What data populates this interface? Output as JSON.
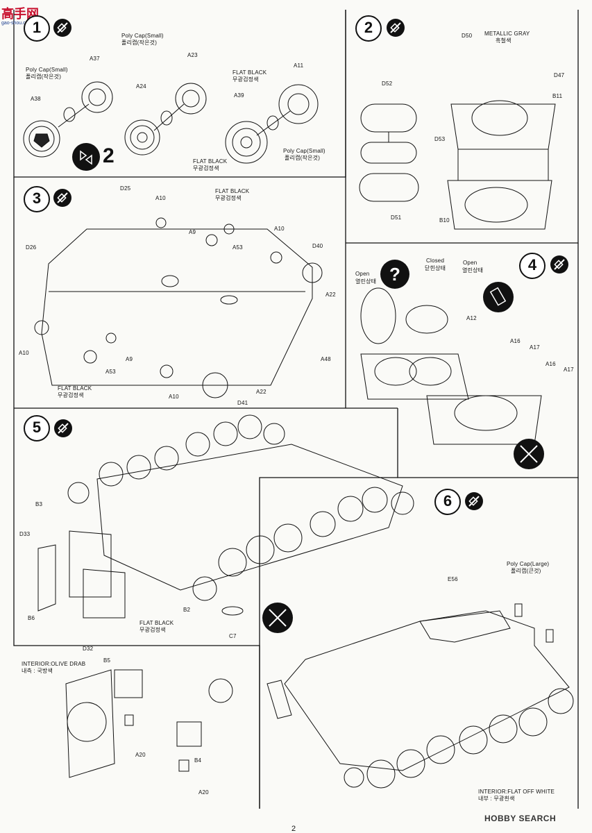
{
  "watermark_left": {
    "title": "高手网",
    "url": "gao-shou.com"
  },
  "watermark_right": "HOBBY SEARCH",
  "page_number": "2",
  "steps": [
    {
      "num": "1"
    },
    {
      "num": "2"
    },
    {
      "num": "3"
    },
    {
      "num": "4"
    },
    {
      "num": "5"
    },
    {
      "num": "6"
    }
  ],
  "step1": {
    "repeat_count": "2",
    "labels": {
      "poly_small_1_en": "Poly Cap(Small)",
      "poly_small_1_ko": "폴리캡(작은것)",
      "poly_small_2_en": "Poly Cap(Small)",
      "poly_small_2_ko": "폴리캡(작은것)",
      "poly_small_3_en": "Poly Cap(Small)",
      "poly_small_3_ko": "폴리캡(작은것)",
      "flat_black_1_en": "FLAT BLACK",
      "flat_black_1_ko": "무광검정색",
      "flat_black_2_en": "FLAT BLACK",
      "flat_black_2_ko": "무광검정색",
      "a37": "A37",
      "a38": "A38",
      "a24": "A24",
      "a23": "A23",
      "a39": "A39",
      "a11": "A11"
    }
  },
  "step2": {
    "labels": {
      "metallic_en": "METALLIC GRAY",
      "metallic_ko": "흑철색",
      "d50": "D50",
      "d52": "D52",
      "d47": "D47",
      "b11": "B11",
      "d53": "D53",
      "d51": "D51",
      "b10": "B10"
    }
  },
  "step3": {
    "labels": {
      "d25": "D25",
      "a10_top": "A10",
      "flat_black_top_en": "FLAT BLACK",
      "flat_black_top_ko": "무광검정색",
      "a9_top": "A9",
      "a53_top": "A53",
      "a10_right": "A10",
      "d26": "D26",
      "d40": "D40",
      "a22_top": "A22",
      "a48": "A48",
      "a10_left": "A10",
      "a9_bot": "A9",
      "a53_bot": "A53",
      "flat_black_bot_en": "FLAT BLACK",
      "flat_black_bot_ko": "무광검정색",
      "a10_bot": "A10",
      "a22_bot": "A22",
      "d41": "D41"
    }
  },
  "step4": {
    "labels": {
      "open_1_en": "Open",
      "open_1_ko": "열린상태",
      "closed_en": "Closed",
      "closed_ko": "닫힌상태",
      "open_2_en": "Open",
      "open_2_ko": "열린상태",
      "a12": "A12",
      "a16_1": "A16",
      "a17_1": "A17",
      "a16_2": "A16",
      "a17_2": "A17"
    }
  },
  "step5": {
    "labels": {
      "b3": "B3",
      "d33": "D33",
      "b6": "B6",
      "d32": "D32",
      "flat_black_en": "FLAT BLACK",
      "flat_black_ko": "무광검정색",
      "b2": "B2",
      "c7": "C7",
      "interior_olive_en": "INTERIOR:OLIVE DRAB",
      "interior_olive_ko": "내측 : 국방색",
      "b5": "B5",
      "a20_1": "A20",
      "b4": "B4",
      "a20_2": "A20"
    }
  },
  "step6": {
    "labels": {
      "poly_large_en": "Poly Cap(Large)",
      "poly_large_ko": "폴리캡(큰것)",
      "e56": "E56",
      "interior_white_en": "INTERIOR:FLAT OFF WHITE",
      "interior_white_ko": "내부 : 무광흰색"
    }
  }
}
